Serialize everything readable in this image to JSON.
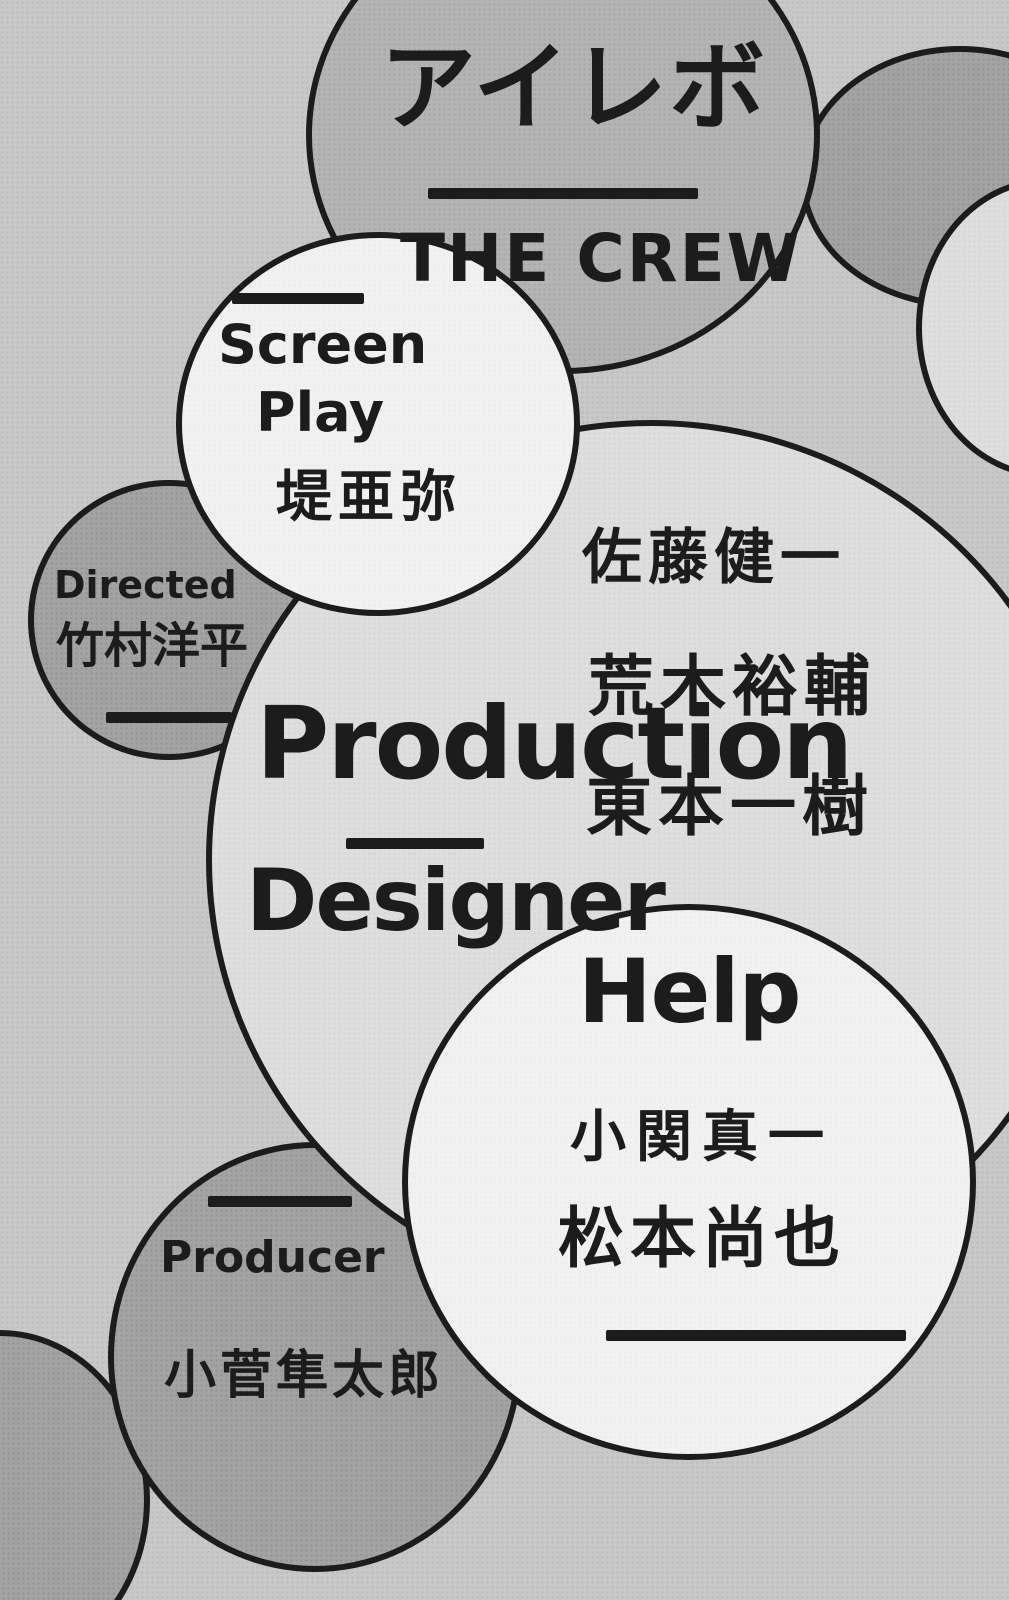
{
  "title": {
    "japanese": "アイレボ",
    "english": "THE CREW"
  },
  "screenplay": {
    "label_line1": "Screen",
    "label_line2": "Play",
    "name": "堤亜弥"
  },
  "directed": {
    "label": "Directed",
    "name": "竹村洋平"
  },
  "production_designer": {
    "label_line1": "Production",
    "label_line2": "Designer",
    "names": [
      "佐藤健一",
      "荒木裕輔",
      "東本一樹"
    ]
  },
  "help": {
    "label": "Help",
    "names": [
      "小関真一",
      "松本尚也"
    ]
  },
  "producer": {
    "label": "Producer",
    "name": "小菅隼太郎"
  },
  "colors": {
    "ink": "#1c1c1c",
    "background": "#c8c8c8",
    "bubble_dark": "#a3a3a3",
    "bubble_light": "#dedede",
    "bubble_white": "#f1f1f1"
  }
}
